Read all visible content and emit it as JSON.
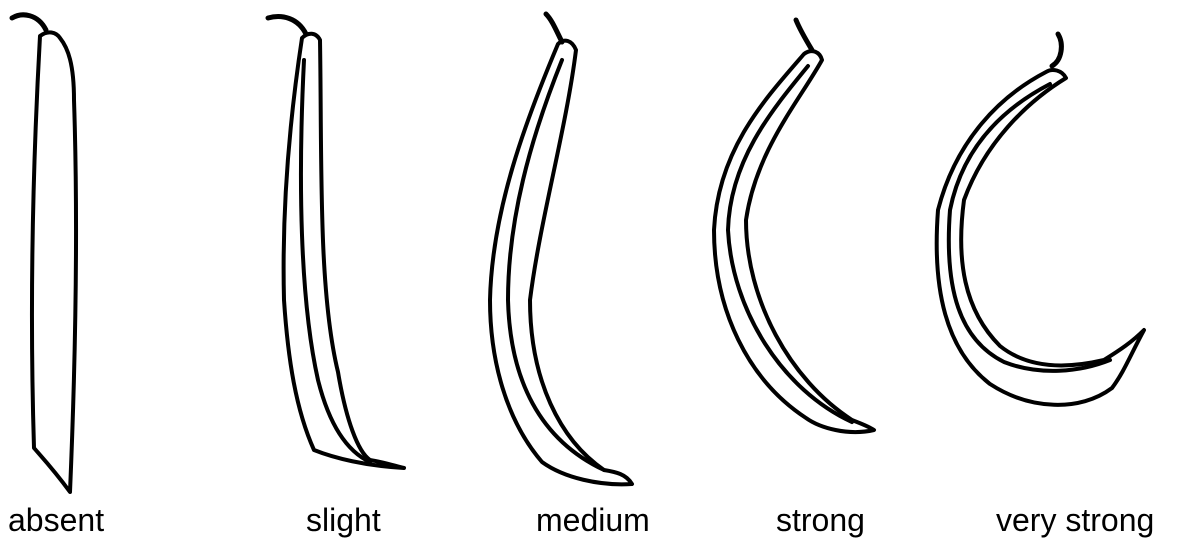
{
  "figure": {
    "stroke_color": "#000000",
    "background_color": "#ffffff",
    "categories": [
      {
        "label": "absent",
        "curvature": "none"
      },
      {
        "label": "slight",
        "curvature": "slight"
      },
      {
        "label": "medium",
        "curvature": "medium"
      },
      {
        "label": "strong",
        "curvature": "strong"
      },
      {
        "label": "very strong",
        "curvature": "very strong"
      }
    ]
  }
}
